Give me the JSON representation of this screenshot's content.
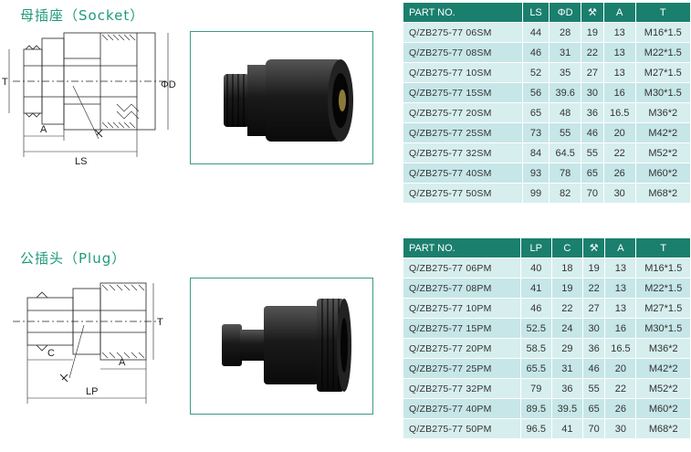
{
  "socket": {
    "title": "母插座（Socket）",
    "dims": {
      "T": "T",
      "D": "ΦD",
      "A": "A",
      "LS": "LS"
    },
    "columns": [
      "PART NO.",
      "LS",
      "ΦD",
      "⚒",
      "A",
      "T"
    ],
    "rows": [
      [
        "Q/ZB275-77  06SM",
        "44",
        "28",
        "19",
        "13",
        "M16*1.5"
      ],
      [
        "Q/ZB275-77  08SM",
        "46",
        "31",
        "22",
        "13",
        "M22*1.5"
      ],
      [
        "Q/ZB275-77  10SM",
        "52",
        "35",
        "27",
        "13",
        "M27*1.5"
      ],
      [
        "Q/ZB275-77  15SM",
        "56",
        "39.6",
        "30",
        "16",
        "M30*1.5"
      ],
      [
        "Q/ZB275-77  20SM",
        "65",
        "48",
        "36",
        "16.5",
        "M36*2"
      ],
      [
        "Q/ZB275-77  25SM",
        "73",
        "55",
        "46",
        "20",
        "M42*2"
      ],
      [
        "Q/ZB275-77  32SM",
        "84",
        "64.5",
        "55",
        "22",
        "M52*2"
      ],
      [
        "Q/ZB275-77  40SM",
        "93",
        "78",
        "65",
        "26",
        "M60*2"
      ],
      [
        "Q/ZB275-77  50SM",
        "99",
        "82",
        "70",
        "30",
        "M68*2"
      ]
    ]
  },
  "plug": {
    "title": "公插头（Plug）",
    "dims": {
      "T": "T",
      "C": "C",
      "A": "A",
      "LP": "LP"
    },
    "columns": [
      "PART NO.",
      "LP",
      "C",
      "⚒",
      "A",
      "T"
    ],
    "rows": [
      [
        "Q/ZB275-77  06PM",
        "40",
        "18",
        "19",
        "13",
        "M16*1.5"
      ],
      [
        "Q/ZB275-77  08PM",
        "41",
        "19",
        "22",
        "13",
        "M22*1.5"
      ],
      [
        "Q/ZB275-77  10PM",
        "46",
        "22",
        "27",
        "13",
        "M27*1.5"
      ],
      [
        "Q/ZB275-77  15PM",
        "52.5",
        "24",
        "30",
        "16",
        "M30*1.5"
      ],
      [
        "Q/ZB275-77  20PM",
        "58.5",
        "29",
        "36",
        "16.5",
        "M36*2"
      ],
      [
        "Q/ZB275-77  25PM",
        "65.5",
        "31",
        "46",
        "20",
        "M42*2"
      ],
      [
        "Q/ZB275-77  32PM",
        "79",
        "36",
        "55",
        "22",
        "M52*2"
      ],
      [
        "Q/ZB275-77  40PM",
        "89.5",
        "39.5",
        "65",
        "26",
        "M60*2"
      ],
      [
        "Q/ZB275-77  50PM",
        "96.5",
        "41",
        "70",
        "30",
        "M68*2"
      ]
    ]
  },
  "colors": {
    "header": "#1b7f6e",
    "cell": "#d7eeee",
    "title": "#1f9a7a",
    "frame": "#3a9a86"
  }
}
